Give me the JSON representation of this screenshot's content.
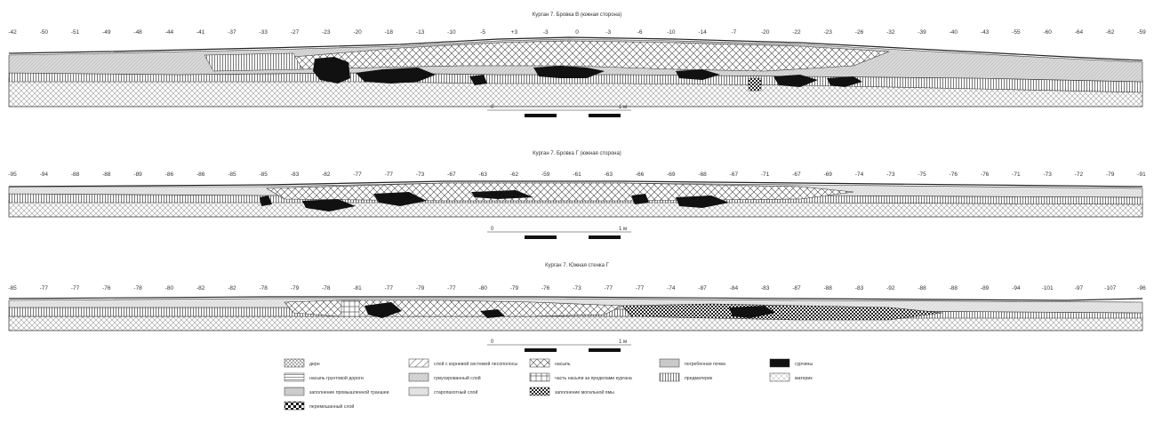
{
  "sections": [
    {
      "id": "B",
      "title": "Курган 7. Бровка В (южная сторона)",
      "elevations": [
        "-42",
        "-50",
        "-51",
        "-49",
        "-48",
        "-44",
        "-41",
        "-37",
        "-33",
        "-27",
        "-23",
        "-20",
        "-18",
        "-13",
        "-10",
        "-5",
        "+3",
        "-3",
        "0",
        "-3",
        "-6",
        "-10",
        "-14",
        "-7",
        "-20",
        "-22",
        "-23",
        "-26",
        "-32",
        "-39",
        "-40",
        "-43",
        "-55",
        "-60",
        "-64",
        "-62",
        "-59"
      ],
      "scale": {
        "start": "0",
        "end": "1 м"
      }
    },
    {
      "id": "G",
      "title": "Курган 7. Бровка Г (южная сторона)",
      "elevations": [
        "-95",
        "-94",
        "-88",
        "-88",
        "-89",
        "-86",
        "-86",
        "-85",
        "-85",
        "-83",
        "-82",
        "-77",
        "-77",
        "-73",
        "-67",
        "-63",
        "-62",
        "-59",
        "-61",
        "-63",
        "-66",
        "-69",
        "-68",
        "-67",
        "-71",
        "-67",
        "-69",
        "-74",
        "-73",
        "-75",
        "-76",
        "-76",
        "-71",
        "-73",
        "-72",
        "-79",
        "-91"
      ],
      "scale": {
        "start": "0",
        "end": "1 м"
      }
    },
    {
      "id": "S",
      "title": "Курган 7. Южная стенка Г",
      "elevations": [
        "-85",
        "-77",
        "-77",
        "-76",
        "-78",
        "-80",
        "-82",
        "-82",
        "-78",
        "-79",
        "-78",
        "-81",
        "-77",
        "-79",
        "-77",
        "-80",
        "-79",
        "-76",
        "-73",
        "-77",
        "-77",
        "-74",
        "-87",
        "-84",
        "-83",
        "-87",
        "-88",
        "-83",
        "-92",
        "-88",
        "-88",
        "-89",
        "-94",
        "-101",
        "-97",
        "-107",
        "-96"
      ],
      "scale": {
        "start": "0",
        "end": "1 м"
      }
    }
  ],
  "legend": [
    {
      "key": "dern",
      "label": "дерн"
    },
    {
      "key": "road",
      "label": "насыпь грунтовой дороги"
    },
    {
      "key": "trench",
      "label": "заполнение промышленной траншеи"
    },
    {
      "key": "mixed",
      "label": "перемешанный слой"
    },
    {
      "key": "roots",
      "label": "слой с корневой системой лесополосы"
    },
    {
      "key": "humus",
      "label": "гумусированный слой"
    },
    {
      "key": "steppe",
      "label": "старопахотный слой"
    },
    {
      "key": "nasyp",
      "label": "насыпь"
    },
    {
      "key": "parts",
      "label": "часть насыпи за пределами кургана"
    },
    {
      "key": "grave",
      "label": "заполнение могильной ямы"
    },
    {
      "key": "buried",
      "label": "погребенная почва"
    },
    {
      "key": "predmat",
      "label": "предматерик"
    },
    {
      "key": "burrow",
      "label": "сурчины"
    },
    {
      "key": "mater",
      "label": "материк"
    }
  ]
}
